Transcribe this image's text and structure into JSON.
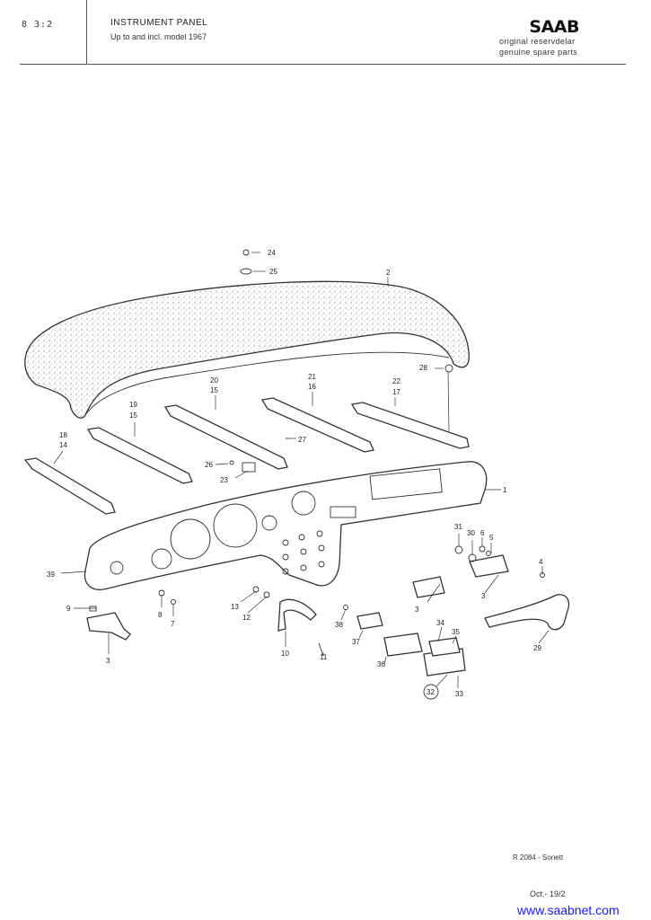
{
  "header": {
    "page_number": "8 3:2",
    "title": "INSTRUMENT PANEL",
    "subtitle": "Up to and incl. model 1967",
    "brand": "SAAB",
    "tagline_1": "original reservdelar",
    "tagline_2": "genuine spare parts"
  },
  "footer": {
    "reference": "R 2084 - Sonett",
    "date": "Oct.- 19/2",
    "website": "www.saabnet.com"
  },
  "callouts": [
    {
      "id": "c1",
      "label": "1"
    },
    {
      "id": "c2",
      "label": "2"
    },
    {
      "id": "c3a",
      "label": "3"
    },
    {
      "id": "c3b",
      "label": "3"
    },
    {
      "id": "c3c",
      "label": "3"
    },
    {
      "id": "c4",
      "label": "4"
    },
    {
      "id": "c5",
      "label": "5"
    },
    {
      "id": "c6",
      "label": "6"
    },
    {
      "id": "c7",
      "label": "7"
    },
    {
      "id": "c8",
      "label": "8"
    },
    {
      "id": "c9",
      "label": "9"
    },
    {
      "id": "c10",
      "label": "10"
    },
    {
      "id": "c11",
      "label": "11"
    },
    {
      "id": "c12",
      "label": "12"
    },
    {
      "id": "c13",
      "label": "13"
    },
    {
      "id": "c14",
      "label": "14"
    },
    {
      "id": "c15a",
      "label": "15"
    },
    {
      "id": "c15b",
      "label": "15"
    },
    {
      "id": "c16",
      "label": "16"
    },
    {
      "id": "c17",
      "label": "17"
    },
    {
      "id": "c18",
      "label": "18"
    },
    {
      "id": "c19",
      "label": "19"
    },
    {
      "id": "c20",
      "label": "20"
    },
    {
      "id": "c21",
      "label": "21"
    },
    {
      "id": "c22",
      "label": "22"
    },
    {
      "id": "c23",
      "label": "23"
    },
    {
      "id": "c24",
      "label": "24"
    },
    {
      "id": "c25",
      "label": "25"
    },
    {
      "id": "c26",
      "label": "26"
    },
    {
      "id": "c27",
      "label": "27"
    },
    {
      "id": "c28",
      "label": "28"
    },
    {
      "id": "c29",
      "label": "29"
    },
    {
      "id": "c30",
      "label": "30"
    },
    {
      "id": "c31",
      "label": "31"
    },
    {
      "id": "c32",
      "label": "32"
    },
    {
      "id": "c33",
      "label": "33"
    },
    {
      "id": "c34",
      "label": "34"
    },
    {
      "id": "c35",
      "label": "35"
    },
    {
      "id": "c36",
      "label": "36"
    },
    {
      "id": "c37",
      "label": "37"
    },
    {
      "id": "c38",
      "label": "38"
    },
    {
      "id": "c39",
      "label": "39"
    }
  ]
}
